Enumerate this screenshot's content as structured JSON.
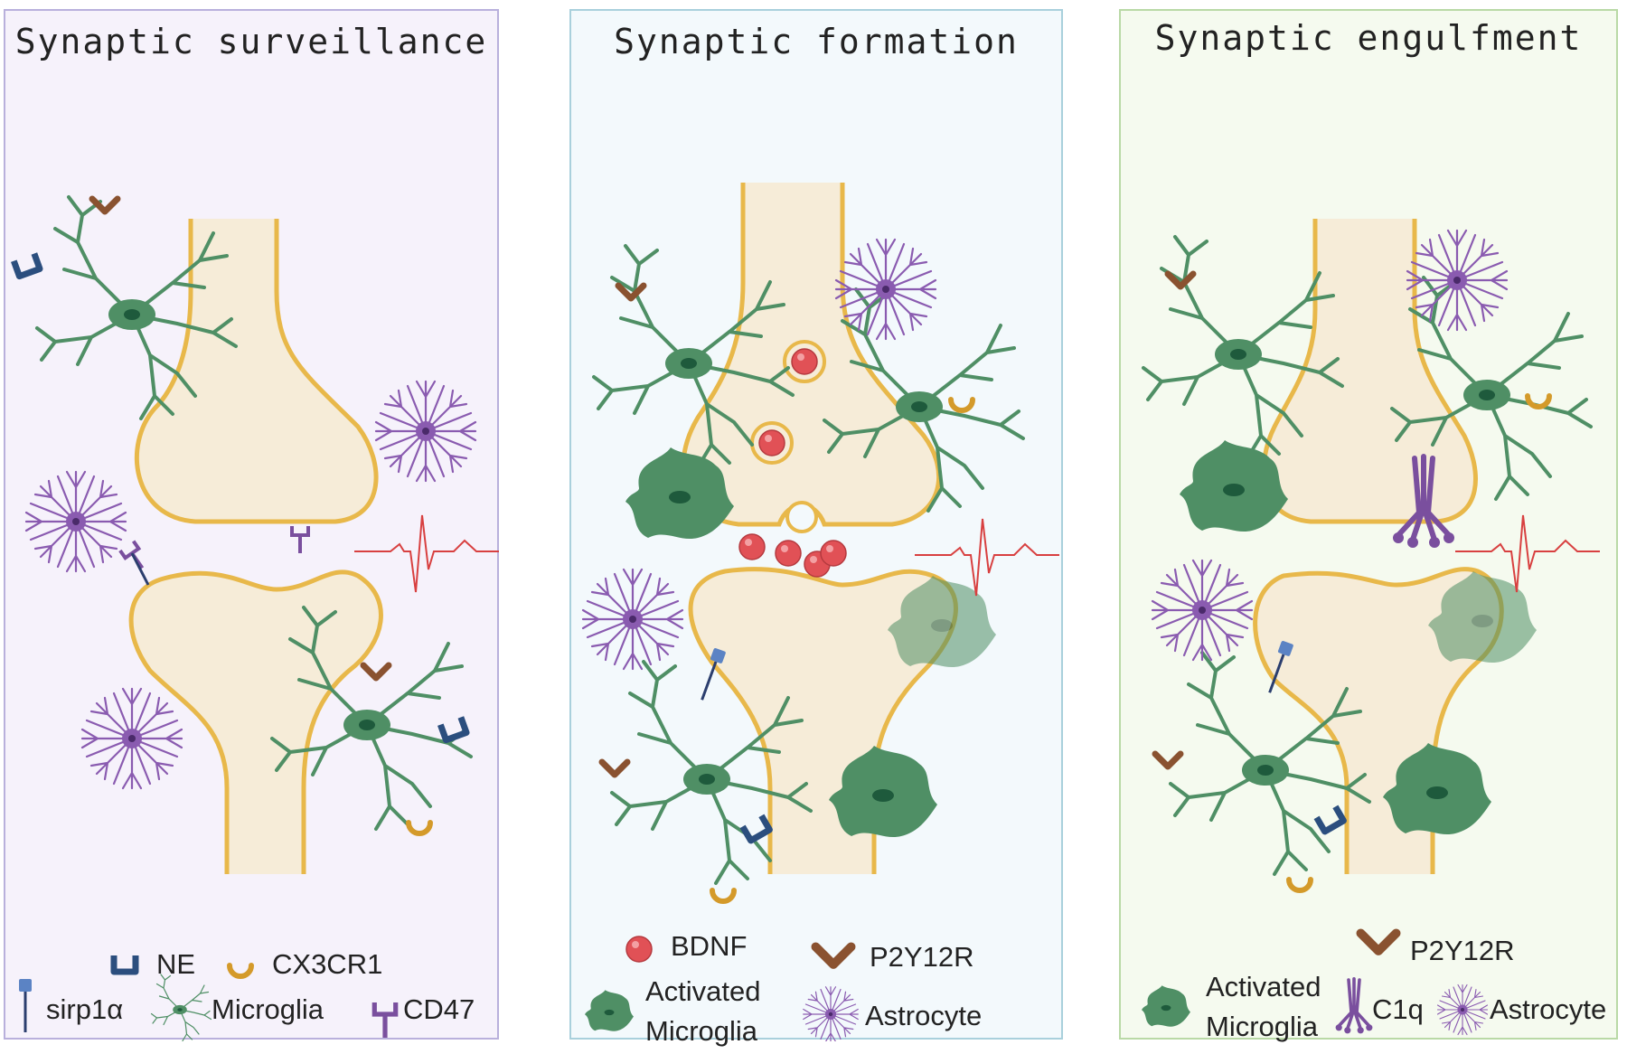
{
  "panels": [
    {
      "title": "Synaptic surveillance",
      "legend": {
        "ne": "NE",
        "cx3cr1": "CX3CR1",
        "sirp": "sirp1α",
        "microglia": "Microglia",
        "cd47": "CD47"
      }
    },
    {
      "title": "Synaptic formation",
      "legend": {
        "bdnf": "BDNF",
        "p2y12r": "P2Y12R",
        "activated_line1": "Activated",
        "activated_line2": "Microglia",
        "astrocyte": "Astrocyte"
      }
    },
    {
      "title": "Synaptic engulfment",
      "legend": {
        "p2y12r": "P2Y12R",
        "activated_line1": "Activated",
        "activated_line2": "Microglia",
        "c1q": "C1q",
        "astrocyte": "Astrocyte"
      }
    }
  ],
  "colors": {
    "panel1_bg": "#f6f2fb",
    "panel1_border": "#b9b0dc",
    "panel2_bg": "#f3f9fc",
    "panel2_border": "#a9d0dc",
    "panel3_bg": "#f5faef",
    "panel3_border": "#b9d9a6",
    "synapse_fill": "#f6ecd8",
    "synapse_stroke": "#e8b84a",
    "microglia": "#4f8f65",
    "microglia_nucleus": "#1e5a3c",
    "astrocyte": "#8a5bb0",
    "bdnf": "#e15156",
    "p2y12r": "#8a5230",
    "ne": "#2b4e7e",
    "cd47": "#7a4f9e",
    "ecg": "#d84040"
  },
  "icons": [
    "microglia-icon",
    "astrocyte-icon",
    "activated-microglia-icon",
    "bdnf-vesicle-icon",
    "p2y12r-receptor-icon",
    "ne-receptor-icon",
    "cx3cr1-receptor-icon",
    "cd47-receptor-icon",
    "sirp1a-receptor-icon",
    "c1q-icon",
    "ecg-trace-icon"
  ]
}
